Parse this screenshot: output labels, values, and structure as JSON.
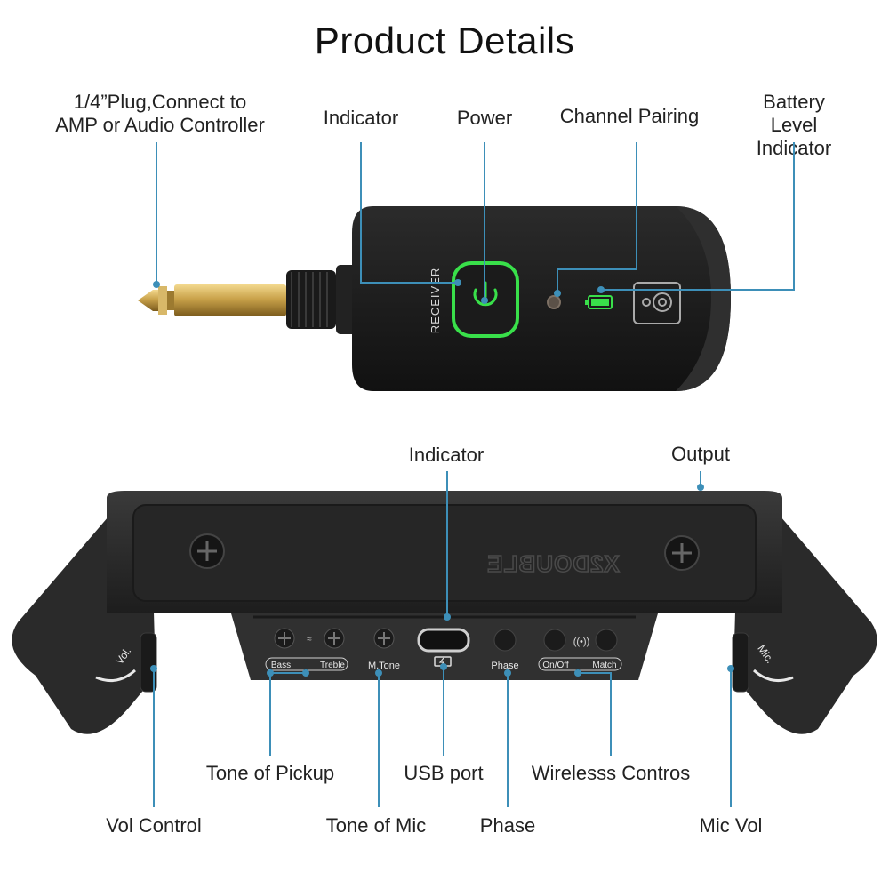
{
  "page_title": "Product Details",
  "receiver": {
    "labels": {
      "plug": "1/4”Plug,Connect to\nAMP or Audio Controller",
      "indicator": "Indicator",
      "power": "Power",
      "channel_pairing": "Channel Pairing",
      "battery": "Battery Level\nIndicator"
    },
    "device_text": "RECEIVER",
    "colors": {
      "body": "#1c1c1c",
      "glow": "#39e04a",
      "callout": "#3d8fb8",
      "plug": "#c9a24a"
    }
  },
  "transmitter": {
    "labels": {
      "indicator": "Indicator",
      "output": "Output",
      "tone_pickup": "Tone of Pickup",
      "usb_port": "USB port",
      "wireless_controls": "Wirelesss Contros",
      "vol_control": "Vol Control",
      "tone_mic": "Tone of Mic",
      "phase": "Phase",
      "mic_vol": "Mic Vol"
    },
    "brand": "X2DOUBLE",
    "panel_text": {
      "bass": "Bass",
      "treble": "Treble",
      "mtone": "M.Tone",
      "phase": "Phase",
      "onoff": "On/Off",
      "match": "Match",
      "vol": "Vol.",
      "mic": "Mic."
    }
  }
}
